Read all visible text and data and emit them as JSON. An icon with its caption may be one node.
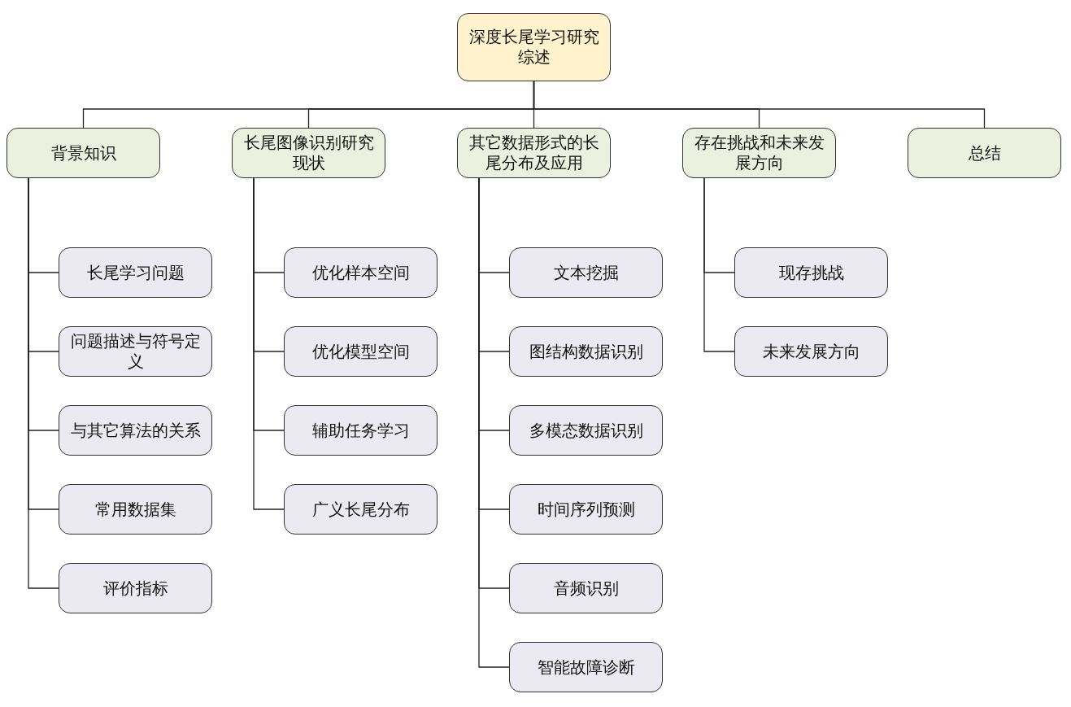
{
  "diagram": {
    "nodes": [
      {
        "text": [
          "深度长尾学习研究综述"
        ]
      },
      {
        "text": [
          "背景知识"
        ]
      },
      {
        "text": [
          "长尾学习问题"
        ]
      },
      {
        "text": [
          "问题描述与符号定义"
        ]
      },
      {
        "text": [
          "与其它算法的关系"
        ]
      },
      {
        "text": [
          "常用数据集"
        ]
      },
      {
        "text": [
          "评价指标"
        ]
      },
      {
        "text": [
          "长尾图像识别研究现状"
        ]
      },
      {
        "text": [
          "优化样本空间"
        ]
      },
      {
        "text": [
          "优化模型空间"
        ]
      },
      {
        "text": [
          "辅助任务学习"
        ]
      },
      {
        "text": [
          "广义长尾分布"
        ]
      },
      {
        "text": [
          "其它数据形式的长尾分布及应用"
        ]
      },
      {
        "text": [
          "文本挖掘"
        ]
      },
      {
        "text": [
          "图结构数据识别"
        ]
      },
      {
        "text": [
          "多模态数据识别"
        ]
      },
      {
        "text": [
          "时间序列预测"
        ]
      },
      {
        "text": [
          "音频识别"
        ]
      },
      {
        "text": [
          "智能故障诊断"
        ]
      },
      {
        "text": [
          "存在挑战和未来发展方向"
        ]
      },
      {
        "text": [
          "现存挑战"
        ]
      },
      {
        "text": [
          "未来发展方向"
        ]
      },
      {
        "text": [
          "总结"
        ]
      }
    ],
    "edges": [
      {
        "from": 0,
        "to": 1,
        "arrow": "none"
      },
      {
        "from": 0,
        "to": 7,
        "arrow": "none"
      },
      {
        "from": 0,
        "to": 12,
        "arrow": "none"
      },
      {
        "from": 0,
        "to": 19,
        "arrow": "none"
      },
      {
        "from": 0,
        "to": 22,
        "arrow": "none"
      },
      {
        "from": 1,
        "to": 2,
        "arrow": "none"
      },
      {
        "from": 1,
        "to": 3,
        "arrow": "none"
      },
      {
        "from": 1,
        "to": 4,
        "arrow": "none"
      },
      {
        "from": 1,
        "to": 5,
        "arrow": "none"
      },
      {
        "from": 1,
        "to": 6,
        "arrow": "none"
      },
      {
        "from": 7,
        "to": 8,
        "arrow": "none"
      },
      {
        "from": 7,
        "to": 9,
        "arrow": "none"
      },
      {
        "from": 7,
        "to": 10,
        "arrow": "none"
      },
      {
        "from": 7,
        "to": 11,
        "arrow": "none"
      },
      {
        "from": 12,
        "to": 13,
        "arrow": "none"
      },
      {
        "from": 12,
        "to": 14,
        "arrow": "none"
      },
      {
        "from": 12,
        "to": 15,
        "arrow": "none"
      },
      {
        "from": 12,
        "to": 16,
        "arrow": "none"
      },
      {
        "from": 12,
        "to": 17,
        "arrow": "none"
      },
      {
        "from": 12,
        "to": 18,
        "arrow": "none"
      },
      {
        "from": 19,
        "to": 20,
        "arrow": "none"
      },
      {
        "from": 19,
        "to": 21,
        "arrow": "none"
      }
    ]
  }
}
